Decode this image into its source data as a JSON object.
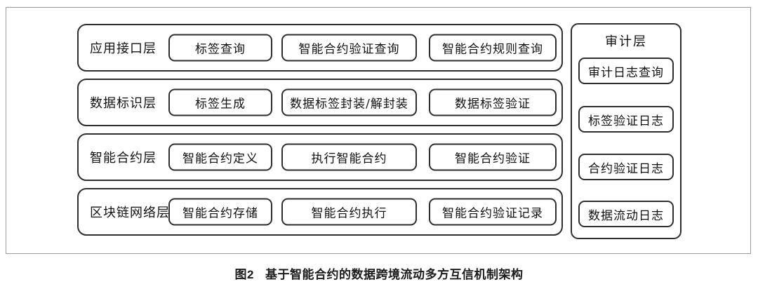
{
  "diagram": {
    "layers": [
      {
        "label": "应用接口层",
        "boxes": [
          "标签查询",
          "智能合约验证查询",
          "智能合约规则查询"
        ]
      },
      {
        "label": "数据标识层",
        "boxes": [
          "标签生成",
          "数据标签封装/解封装",
          "数据标签验证"
        ]
      },
      {
        "label": "智能合约层",
        "boxes": [
          "智能合约定义",
          "执行智能合约",
          "智能合约验证"
        ]
      },
      {
        "label": "区块链网络层",
        "boxes": [
          "智能合约存储",
          "智能合约执行",
          "智能合约验证记录"
        ]
      }
    ],
    "audit": {
      "title": "审计层",
      "boxes": [
        "审计日志查询",
        "标签验证日志",
        "合约验证日志",
        "数据流动日志"
      ]
    },
    "caption_prefix": "图2",
    "caption_text": "基于智能合约的数据跨境流动多方互信机制架构"
  },
  "colors": {
    "box_border": "#2e2e2e",
    "outer_frame_border": "#9b9b9b",
    "background": "#ffffff",
    "text": "#111111"
  }
}
